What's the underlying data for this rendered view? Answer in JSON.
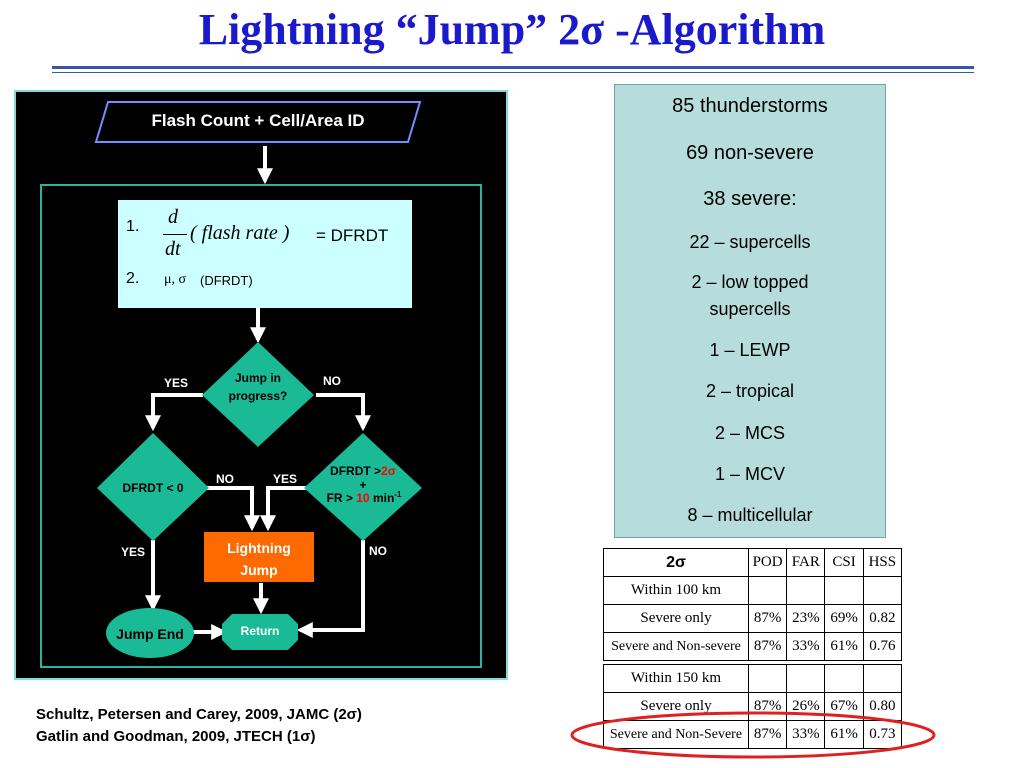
{
  "slide": {
    "title": "Lightning “Jump” 2σ -Algorithm"
  },
  "flowchart": {
    "start_label": "Flash Count + Cell/Area ID",
    "step1_number": "1.",
    "step1_numerator": "d",
    "step1_denominator": "dt",
    "step1_expression": "( flash rate )",
    "step1_result": "= DFRDT",
    "step2_number": "2.",
    "step2_greek": "μ, σ",
    "step2_text": "(DFRDT)",
    "decision1_line1": "Jump in",
    "decision1_line2": "progress?",
    "yes_left": "YES",
    "no_right": "NO",
    "decision2_text": "DFRDT < 0",
    "decision3_line1_pre": "DFRDT >",
    "decision3_line1_red": "2σ",
    "decision3_plus": "+",
    "decision3_line3_pre": "FR > ",
    "decision3_line3_red": "10",
    "decision3_line3_post": " min",
    "decision3_sup": "-1",
    "no_mid": "NO",
    "yes_mid": "YES",
    "yes_low": "YES",
    "no_low": "NO",
    "jump_line1": "Lightning",
    "jump_line2": "Jump",
    "jump_end": "Jump End",
    "return_label": "Return",
    "colors": {
      "teal": "#1aba96",
      "orange": "#ff6a00",
      "eq_box": "#ccffff",
      "red_text": "#ff0000"
    }
  },
  "stats": {
    "lines": [
      "85 thunderstorms",
      "69 non-severe",
      "38 severe:",
      "22 – supercells",
      "2 – low topped",
      "supercells",
      "1 – LEWP",
      "2 –  tropical",
      "2 – MCS",
      "1 – MCV",
      "8 – multicellular"
    ]
  },
  "table": {
    "headers": [
      "2σ",
      "POD",
      "FAR",
      "CSI",
      "HSS"
    ],
    "group1": "Within 100 km",
    "row1": [
      "Severe only",
      "87%",
      "23%",
      "69%",
      "0.82"
    ],
    "row2": [
      "Severe and Non-severe",
      "87%",
      "33%",
      "61%",
      "0.76"
    ],
    "group2": "Within 150 km",
    "row3": [
      "Severe only",
      "87%",
      "26%",
      "67%",
      "0.80"
    ],
    "row4": [
      "Severe and Non-Severe",
      "87%",
      "33%",
      "61%",
      "0.73"
    ],
    "highlight_color": "#e02020"
  },
  "references": [
    "Schultz, Petersen and Carey, 2009, JAMC (2σ)",
    "Gatlin and Goodman, 2009, JTECH (1σ)"
  ]
}
